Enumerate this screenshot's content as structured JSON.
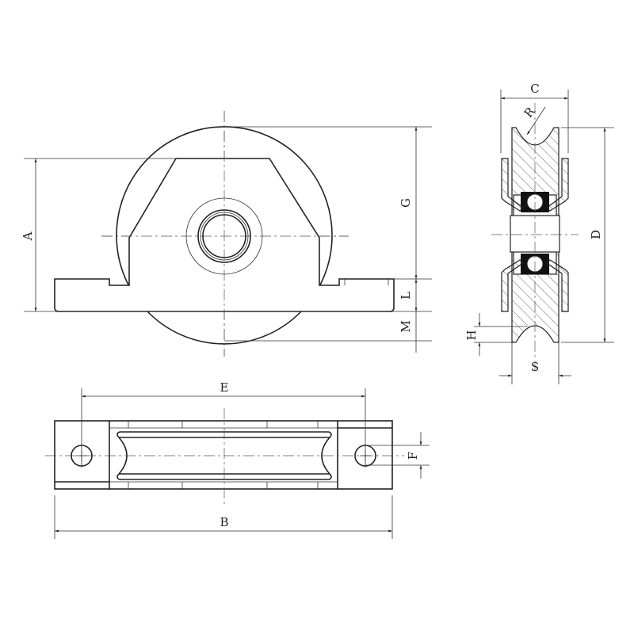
{
  "title": "Sliding gate wheel with internal bracket - dimension drawing",
  "labels": {
    "A": "A",
    "G": "G",
    "L": "L",
    "M": "M",
    "C": "C",
    "R": "R",
    "D": "D",
    "H": "H",
    "S": "S",
    "E": "E",
    "F": "F",
    "B": "B"
  },
  "colors": {
    "line": "#222222",
    "background": "#ffffff"
  }
}
